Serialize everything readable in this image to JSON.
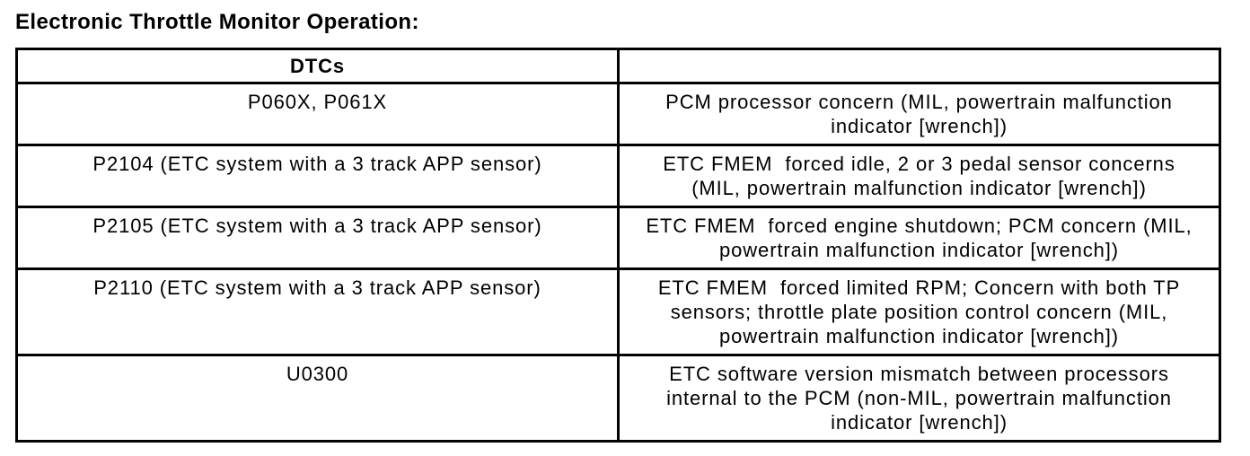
{
  "page": {
    "title": "Electronic Throttle Monitor Operation:"
  },
  "table": {
    "headers": [
      "DTCs",
      ""
    ],
    "rows": [
      {
        "dtc": "P060X, P061X",
        "description": "PCM processor concern (MIL, powertrain malfunction indicator [wrench])"
      },
      {
        "dtc": "P2104 (ETC system with a 3 track APP sensor)",
        "description": "ETC FMEM  forced idle, 2 or 3 pedal sensor concerns (MIL, powertrain malfunction indicator [wrench])"
      },
      {
        "dtc": "P2105 (ETC system with a 3 track APP sensor)",
        "description": "ETC FMEM  forced engine shutdown; PCM concern (MIL, powertrain malfunction indicator [wrench])"
      },
      {
        "dtc": "P2110 (ETC system with a 3 track APP sensor)",
        "description": "ETC FMEM  forced limited RPM; Concern with both TP sensors; throttle plate position control concern (MIL, powertrain malfunction indicator [wrench])"
      },
      {
        "dtc": "U0300",
        "description": "ETC software version mismatch between processors internal to the PCM (non-MIL, powertrain malfunction indicator [wrench])"
      }
    ]
  },
  "colors": {
    "text": "#000000",
    "border": "#000000",
    "background": "#ffffff"
  }
}
